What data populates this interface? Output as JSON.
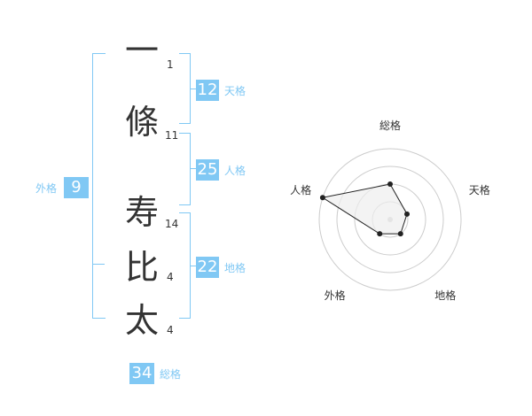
{
  "name_chars": [
    {
      "char": "一",
      "strokes": "1"
    },
    {
      "char": "條",
      "strokes": "11"
    },
    {
      "char": "寿",
      "strokes": "14"
    },
    {
      "char": "比",
      "strokes": "4"
    },
    {
      "char": "太",
      "strokes": "4"
    }
  ],
  "fortunes": {
    "tenkaku": {
      "label": "天格",
      "value": "12"
    },
    "jinkaku": {
      "label": "人格",
      "value": "25"
    },
    "chikaku": {
      "label": "地格",
      "value": "22"
    },
    "gaikaku": {
      "label": "外格",
      "value": "9"
    },
    "soukaku": {
      "label": "総格",
      "value": "34"
    }
  },
  "radar": {
    "axes": [
      "総格",
      "天格",
      "地格",
      "外格",
      "人格"
    ],
    "levels": 4,
    "values": [
      2,
      1,
      1,
      1,
      4
    ],
    "line_color": "#222222",
    "fill_color": "#eeeeee",
    "ring_color": "#cccccc"
  },
  "colors": {
    "accent": "#80c8f4",
    "text": "#333333"
  }
}
